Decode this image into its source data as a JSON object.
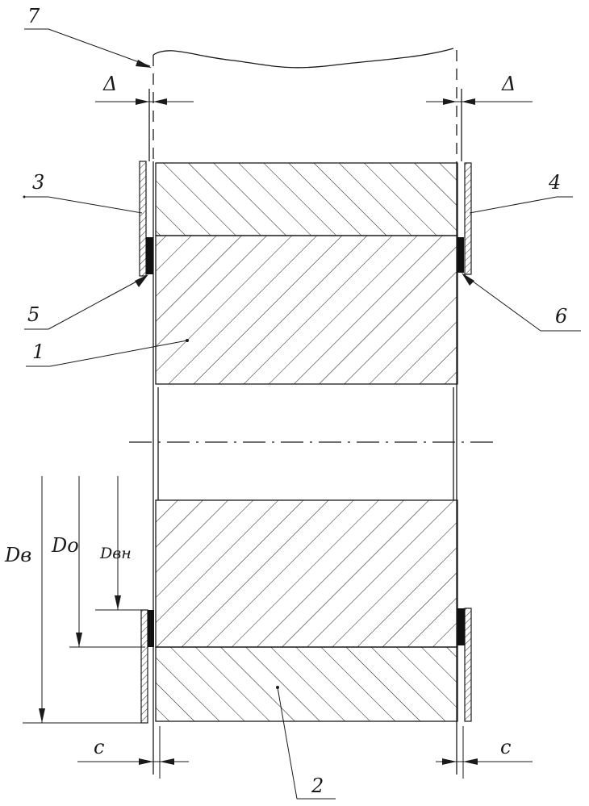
{
  "labels": {
    "ref_1": "1",
    "ref_2": "2",
    "ref_3": "3",
    "ref_4": "4",
    "ref_5": "5",
    "ref_6": "6",
    "ref_7": "7",
    "delta_left": "Δ",
    "delta_right": "Δ",
    "c_left": "c",
    "c_right": "c",
    "dim_Dv": "Dв",
    "dim_Do": "Dо",
    "dim_Dvn": "Dвн"
  },
  "colors": {
    "ink": "#1a1a1a",
    "pad": "#111111"
  }
}
